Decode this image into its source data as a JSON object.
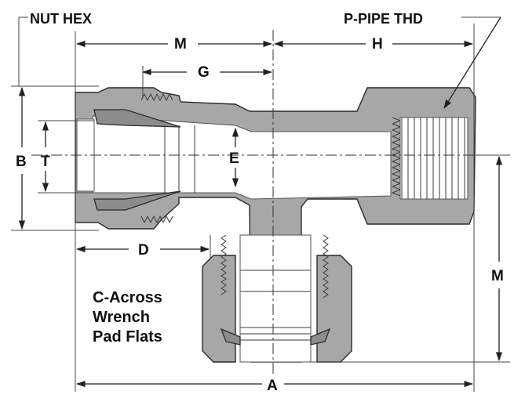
{
  "labels": {
    "nut_hex": "NUT HEX",
    "pipe_thd": "P-PIPE THD",
    "m_top": "M",
    "h": "H",
    "g": "G",
    "b": "B",
    "t": "T",
    "e": "E",
    "d": "D",
    "m_right": "M",
    "a": "A",
    "c_line1": "C-Across",
    "c_line2": "Wrench",
    "c_line3": "Pad Flats"
  }
}
